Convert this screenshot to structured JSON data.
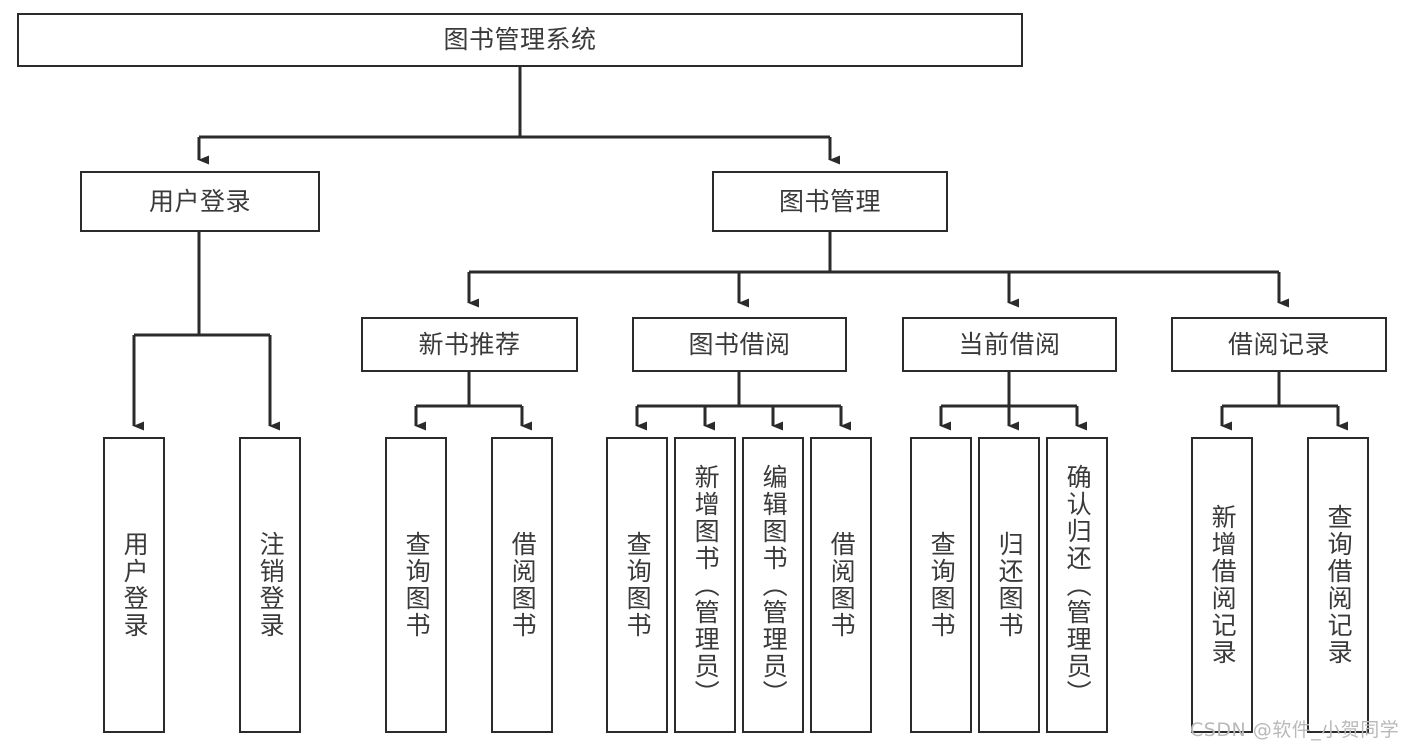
{
  "diagram": {
    "type": "tree",
    "title": "图书管理系统",
    "watermark": "CSDN @软件_小贺同学",
    "colors": {
      "box_border": "#2b2b2b",
      "box_fill": "#ffffff",
      "text": "#3a3a3a",
      "connector": "#2b2b2b",
      "watermark": "#b9b9b9",
      "background": "#ffffff"
    },
    "nodes": {
      "root": {
        "label": "图书管理系统"
      },
      "level2": [
        {
          "id": "user-login",
          "label": "用户登录"
        },
        {
          "id": "book-manage",
          "label": "图书管理"
        }
      ],
      "level3": [
        {
          "id": "new-book-recommend",
          "label": "新书推荐"
        },
        {
          "id": "book-borrow",
          "label": "图书借阅"
        },
        {
          "id": "current-borrow",
          "label": "当前借阅"
        },
        {
          "id": "borrow-record",
          "label": "借阅记录"
        }
      ],
      "leaves": {
        "user-login": [
          {
            "id": "leaf-user-login",
            "label": "用户登录"
          },
          {
            "id": "leaf-user-logout",
            "label": "注销登录"
          }
        ],
        "new-book-recommend": [
          {
            "id": "leaf-query-book-1",
            "label": "查询图书"
          },
          {
            "id": "leaf-borrow-book-1",
            "label": "借阅图书"
          }
        ],
        "book-borrow": [
          {
            "id": "leaf-query-book-2",
            "label": "查询图书"
          },
          {
            "id": "leaf-add-book",
            "label": "新增图书（管理员）"
          },
          {
            "id": "leaf-edit-book",
            "label": "编辑图书（管理员）"
          },
          {
            "id": "leaf-borrow-book-2",
            "label": "借阅图书"
          }
        ],
        "current-borrow": [
          {
            "id": "leaf-query-book-3",
            "label": "查询图书"
          },
          {
            "id": "leaf-return-book",
            "label": "归还图书"
          },
          {
            "id": "leaf-confirm-return",
            "label": "确认归还（管理员）"
          }
        ],
        "borrow-record": [
          {
            "id": "leaf-add-record",
            "label": "新增借阅记录"
          },
          {
            "id": "leaf-query-record",
            "label": "查询借阅记录"
          }
        ]
      }
    }
  }
}
